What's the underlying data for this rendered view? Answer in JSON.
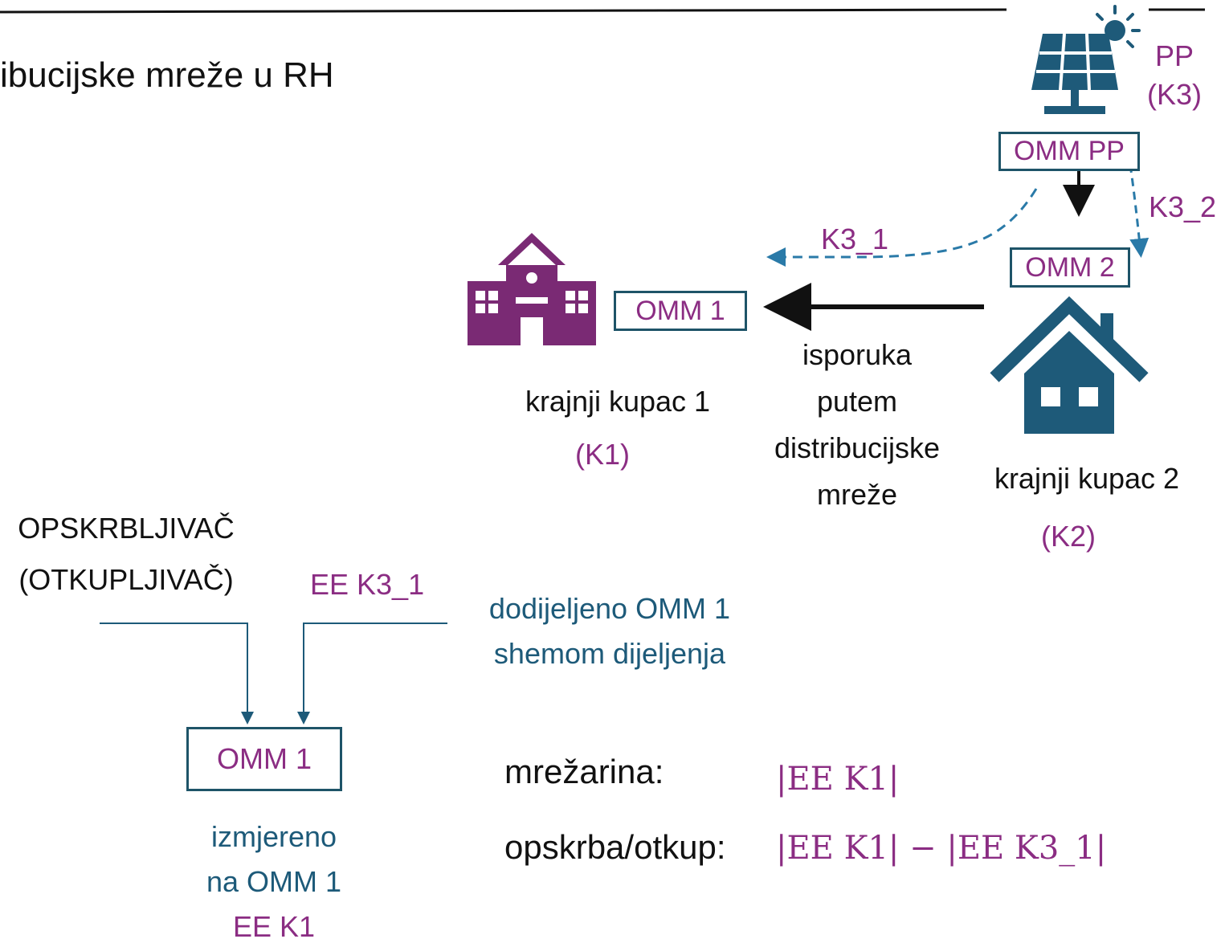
{
  "slide": {
    "title": "ibucijske mreže u RH"
  },
  "diagram": {
    "pp_label": "PP",
    "pp_code": "(K3)",
    "omm_pp": "OMM PP",
    "k3_2": "K3_2",
    "k3_1": "K3_1",
    "omm2": "OMM 2",
    "omm1_top": "OMM 1",
    "customer1": "krajnji kupac 1",
    "customer1_code": "(K1)",
    "delivery": [
      "isporuka",
      "putem",
      "distribucijske",
      "mreže"
    ],
    "customer2": "krajnji kupac 2",
    "customer2_code": "(K2)"
  },
  "lower": {
    "supplier": [
      "OPSKRBLJIVAČ",
      "(OTKUPLJIVAČ)"
    ],
    "ee_k3_1": "EE K3_1",
    "allocated": [
      "dodijeljeno OMM 1",
      "shemom dijeljenja"
    ],
    "omm1_box": "OMM 1",
    "measured": [
      "izmjereno",
      "na OMM 1"
    ],
    "measured_ee": "EE K1",
    "network_fee_label": "mrežarina:",
    "network_fee_formula": "|EE K1|",
    "supply_label": "opskrba/otkup:",
    "supply_formula": "|EE K1| −  |EE K3_1|"
  },
  "colors": {
    "purple": "#8b2d83",
    "teal": "#1d5a79",
    "house_blue": "#1e5a79",
    "school_purple": "#7a2a74"
  },
  "icons": [
    "solar-panel-icon",
    "school-building-icon",
    "house-icon"
  ]
}
